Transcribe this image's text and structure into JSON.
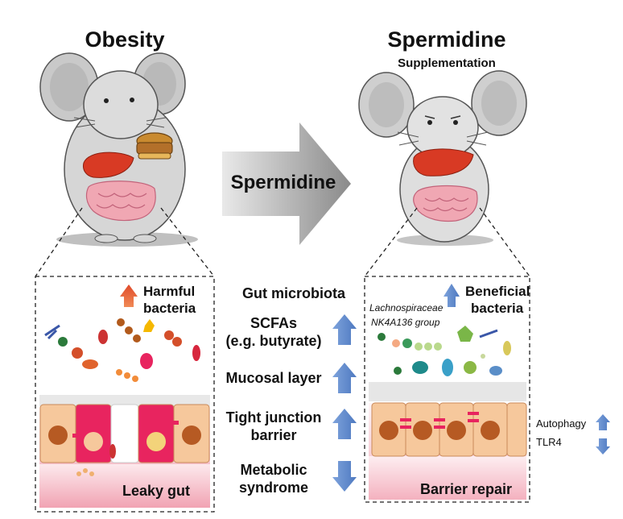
{
  "titles": {
    "left": "Obesity",
    "right": "Spermidine",
    "right_sub": "Supplementation"
  },
  "arrow_label": "Spermidine",
  "left_panel": {
    "harmful": "Harmful",
    "bacteria": "bacteria",
    "bottom": "Leaky gut"
  },
  "right_panel": {
    "beneficial": "Beneficial",
    "bacteria": "bacteria",
    "taxon1": "Lachnospiraceae",
    "taxon2": "NK4A136 group",
    "bottom": "Barrier repair"
  },
  "middle": {
    "gut": "Gut microbiota",
    "scfa1": "SCFAs",
    "scfa2": "(e.g. butyrate)",
    "mucosal": "Mucosal layer",
    "tj1": "Tight junction",
    "tj2": "barrier",
    "met1": "Metabolic",
    "met2": "syndrome"
  },
  "side": {
    "autophagy": "Autophagy",
    "tlr4": "TLR4"
  },
  "colors": {
    "up_arrow": "#5b86c9",
    "harmful_arrow": "#e8613f",
    "cell": "#f5c9a0",
    "nucleus": "#b65a23",
    "junction": "#e8245f",
    "lumen_bottom": "#f2a8b6"
  }
}
